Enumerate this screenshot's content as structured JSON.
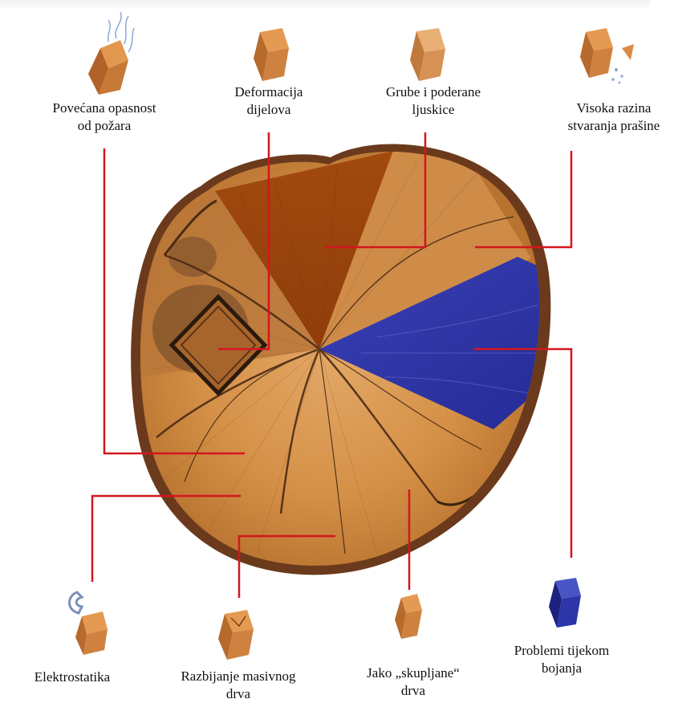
{
  "labels": {
    "fire": "Povećana opasnost\nod požara",
    "deformation": "Deformacija\ndijelova",
    "rough": "Grube i poderane\nljuskice",
    "dust": "Visoka razina\nstvaranja prašine",
    "painting": "Problemi tijekom\nbojanja",
    "shrink": "Jako „skupljane“\ndrva",
    "splitting": "Razbijanje masivnog\ndrva",
    "electrostatic": "Elektrostatika"
  },
  "icons": {
    "fire": "wood-block-with-flames-icon",
    "deformation": "wood-block-icon",
    "rough": "wood-block-icon",
    "dust": "wood-block-dust-icon",
    "painting": "blue-painted-block-icon",
    "shrink": "thin-wood-block-icon",
    "splitting": "cracked-wood-block-icon",
    "electrostatic": "wood-block-with-magnet-icon"
  },
  "colors": {
    "leader_line": "#d3161e",
    "wood_light": "#d99a55",
    "wood_mid": "#c27a3a",
    "wood_dark": "#9b4a14",
    "bark": "#6b3a1c",
    "paint_blue": "#2d35a8"
  }
}
